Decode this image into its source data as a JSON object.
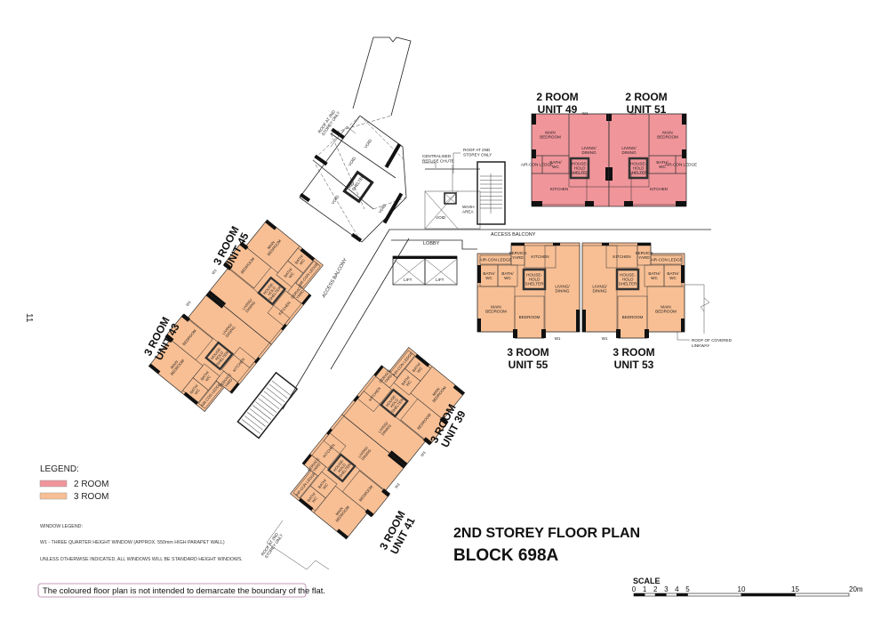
{
  "page_number": "11",
  "title": {
    "line1": "2ND STOREY FLOOR PLAN",
    "line2": "BLOCK 698A"
  },
  "legend": {
    "heading": "LEGEND:",
    "items": [
      {
        "label": "2 ROOM",
        "color": "#f0959a"
      },
      {
        "label": "3 ROOM",
        "color": "#f8bf94"
      }
    ]
  },
  "window_legend": {
    "heading": "WINDOW LEGEND:",
    "w1": "W1  -  THREE QUARTER HEIGHT WINDOW (APPROX. 550mm HIGH PARAPET WALL)",
    "note": "UNLESS OTHERWISE INDICATED, ALL WINDOWS WILL BE STANDARD HEIGHT WINDOWS."
  },
  "disclaimer": "The coloured floor plan is not intended to demarcate the boundary of the flat.",
  "scale": {
    "label": "SCALE",
    "ticks": [
      "0",
      "1",
      "2",
      "3",
      "4",
      "5",
      "10",
      "15",
      "20m"
    ]
  },
  "units": {
    "u49": {
      "type": "2 ROOM",
      "name": "UNIT 49"
    },
    "u51": {
      "type": "2 ROOM",
      "name": "UNIT 51"
    },
    "u55": {
      "type": "3 ROOM",
      "name": "UNIT 55"
    },
    "u53": {
      "type": "3 ROOM",
      "name": "UNIT 53"
    },
    "u45": {
      "type": "3 ROOM",
      "name": "UNIT 45"
    },
    "u43": {
      "type": "3 ROOM",
      "name": "UNIT 43"
    },
    "u39": {
      "type": "3 ROOM",
      "name": "UNIT 39"
    },
    "u41": {
      "type": "3 ROOM",
      "name": "UNIT 41"
    }
  },
  "room_labels": {
    "main_bedroom": [
      "MAIN",
      "BEDROOM"
    ],
    "bedroom": [
      "BEDROOM"
    ],
    "living_dining": [
      "LIVING/",
      "DINING"
    ],
    "kitchen": [
      "KITCHEN"
    ],
    "bath_wc": [
      "BATH/",
      "WC"
    ],
    "household_shelter": [
      "HOUSE-",
      "HOLD",
      "SHELTER"
    ],
    "air_con_ledge": [
      "AIR-CON LEDGE"
    ],
    "service_yard": [
      "SERVICE",
      "YARD"
    ]
  },
  "window_code": "W1",
  "annotations": {
    "roof_2nd": [
      "ROOF AT 2ND",
      "STOREY ONLY"
    ],
    "refuse_chute": [
      "CENTRALISED",
      "REFUSE CHUTE"
    ],
    "void": "VOID",
    "wash_area": [
      "WASH",
      "AREA"
    ],
    "lobby": "LOBBY",
    "lift": "LIFT",
    "access_balcony": "ACCESS BALCONY",
    "refuse_shelter": [
      "REF.",
      "SHELTER"
    ],
    "covered_linkway": [
      "ROOF OF COVERED",
      "LINKWAY"
    ]
  }
}
